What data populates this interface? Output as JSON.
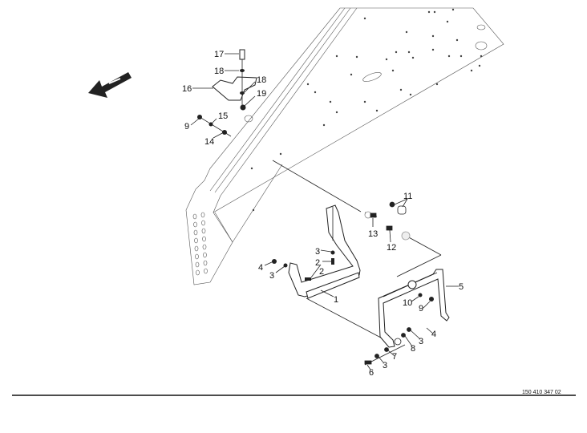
{
  "drawing_number": "150 410 347 02",
  "callouts": {
    "c1": "1",
    "c2a": "2",
    "c2b": "2",
    "c3a": "3",
    "c3b": "3",
    "c3c": "3",
    "c3d": "3",
    "c4a": "4",
    "c4b": "4",
    "c5": "5",
    "c6": "6",
    "c7": "7",
    "c8": "8",
    "c9a": "9",
    "c9b": "9",
    "c10": "10",
    "c11": "11",
    "c12": "12",
    "c13": "13",
    "c14": "14",
    "c15": "15",
    "c16": "16",
    "c17": "17",
    "c18a": "18",
    "c18b": "18",
    "c19": "19"
  },
  "icons": {
    "direction": "travel-direction-arrow-icon"
  },
  "colors": {
    "line": "#222222",
    "background": "#ffffff"
  }
}
